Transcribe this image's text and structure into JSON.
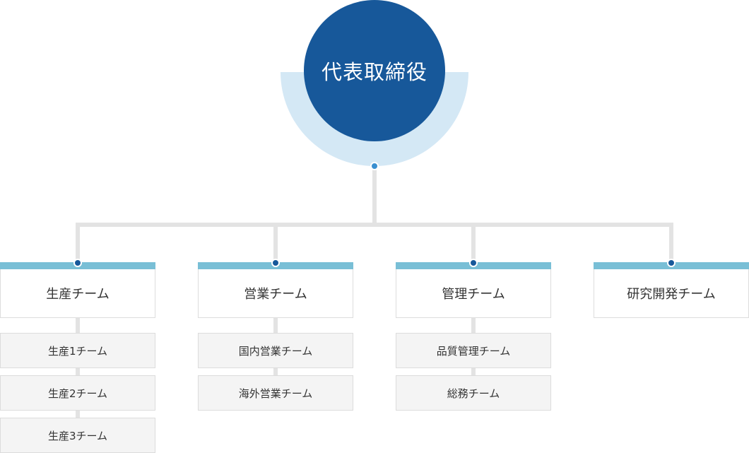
{
  "ceo": {
    "label": "代表取締役"
  },
  "teams": [
    {
      "label": "生産チーム",
      "subs": [
        "生産1チーム",
        "生産2チーム",
        "生産3チーム"
      ]
    },
    {
      "label": "営業チーム",
      "subs": [
        "国内営業チーム",
        "海外営業チーム"
      ]
    },
    {
      "label": "管理チーム",
      "subs": [
        "品質管理チーム",
        "総務チーム"
      ]
    },
    {
      "label": "研究開発チーム",
      "subs": []
    }
  ],
  "colors": {
    "ceo_fill": "#17589a",
    "halo": "#d4e8f5",
    "team_bar": "#79bfd6",
    "connector": "#e3e3e3",
    "sub_fill": "#f4f4f4"
  }
}
